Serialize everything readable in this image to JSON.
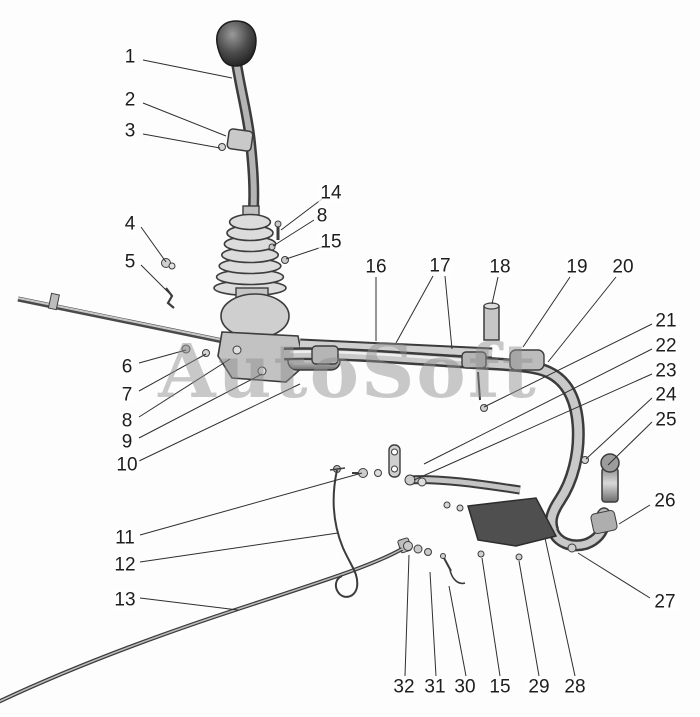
{
  "watermark": "AutoSoft",
  "callouts": [
    {
      "label": "1"
    },
    {
      "label": "2"
    },
    {
      "label": "3"
    },
    {
      "label": "4"
    },
    {
      "label": "5"
    },
    {
      "label": "14"
    },
    {
      "label": "8"
    },
    {
      "label": "15"
    },
    {
      "label": "16"
    },
    {
      "label": "17"
    },
    {
      "label": "18"
    },
    {
      "label": "19"
    },
    {
      "label": "20"
    },
    {
      "label": "6"
    },
    {
      "label": "7"
    },
    {
      "label": "8"
    },
    {
      "label": "9"
    },
    {
      "label": "10"
    },
    {
      "label": "21"
    },
    {
      "label": "22"
    },
    {
      "label": "23"
    },
    {
      "label": "24"
    },
    {
      "label": "25"
    },
    {
      "label": "11"
    },
    {
      "label": "12"
    },
    {
      "label": "13"
    },
    {
      "label": "26"
    },
    {
      "label": "27"
    },
    {
      "label": "32"
    },
    {
      "label": "31"
    },
    {
      "label": "30"
    },
    {
      "label": "15"
    },
    {
      "label": "29"
    },
    {
      "label": "28"
    }
  ]
}
